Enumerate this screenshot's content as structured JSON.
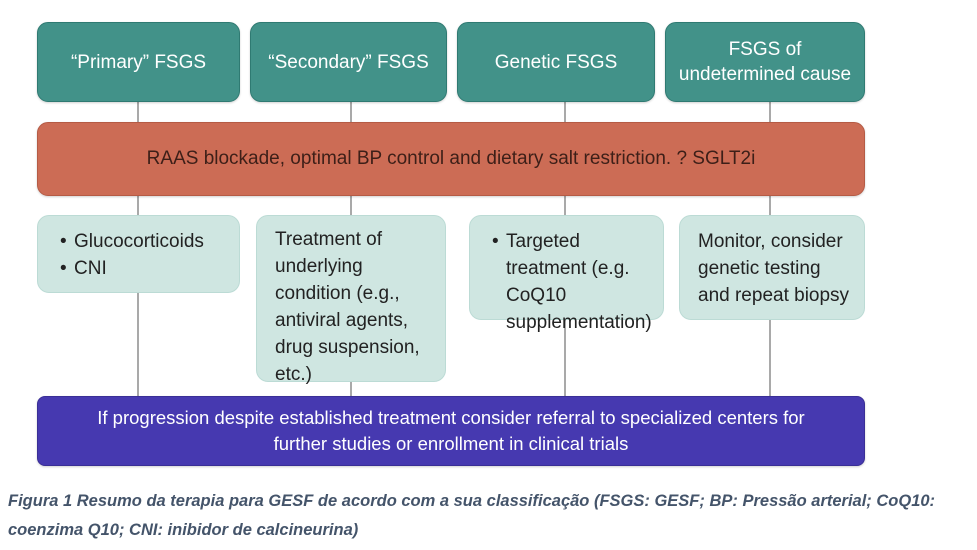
{
  "figure": {
    "colors": {
      "category_box": "#429289",
      "raas_bar": "#cc6c55",
      "treatment_box": "#cfe6e1",
      "progression_bar": "#4639b0",
      "connector": "#a9a9a9",
      "caption_text": "#44546a",
      "background": "#ffffff"
    },
    "categories": [
      {
        "label": "“Primary” FSGS"
      },
      {
        "label": "“Secondary” FSGS"
      },
      {
        "label": "Genetic FSGS"
      },
      {
        "label": "FSGS of\nundetermined cause"
      }
    ],
    "raas_bar": {
      "text": "RAAS blockade, optimal BP control and dietary salt restriction. ? SGLT2i"
    },
    "treatments": [
      {
        "style": "bulleted",
        "items": [
          "Glucocorticoids",
          "CNI"
        ]
      },
      {
        "style": "plain",
        "items": [
          "Treatment of underlying condition (e.g., antiviral agents, drug suspension, etc.)"
        ]
      },
      {
        "style": "bulleted",
        "items": [
          "Targeted treatment (e.g. CoQ10 supplementation)"
        ]
      },
      {
        "style": "plain",
        "items": [
          "Monitor, consider genetic testing and repeat biopsy"
        ]
      }
    ],
    "progression_bar": {
      "text": "If progression despite established treatment consider referral to specialized centers for further studies or enrollment in clinical trials"
    },
    "caption": {
      "text": "Figura 1 Resumo da terapia para GESF de acordo com a sua classificação (FSGS: GESF; BP: Pressão arterial; CoQ10: coenzima Q10; CNI: inibidor de calcineurina)"
    }
  }
}
